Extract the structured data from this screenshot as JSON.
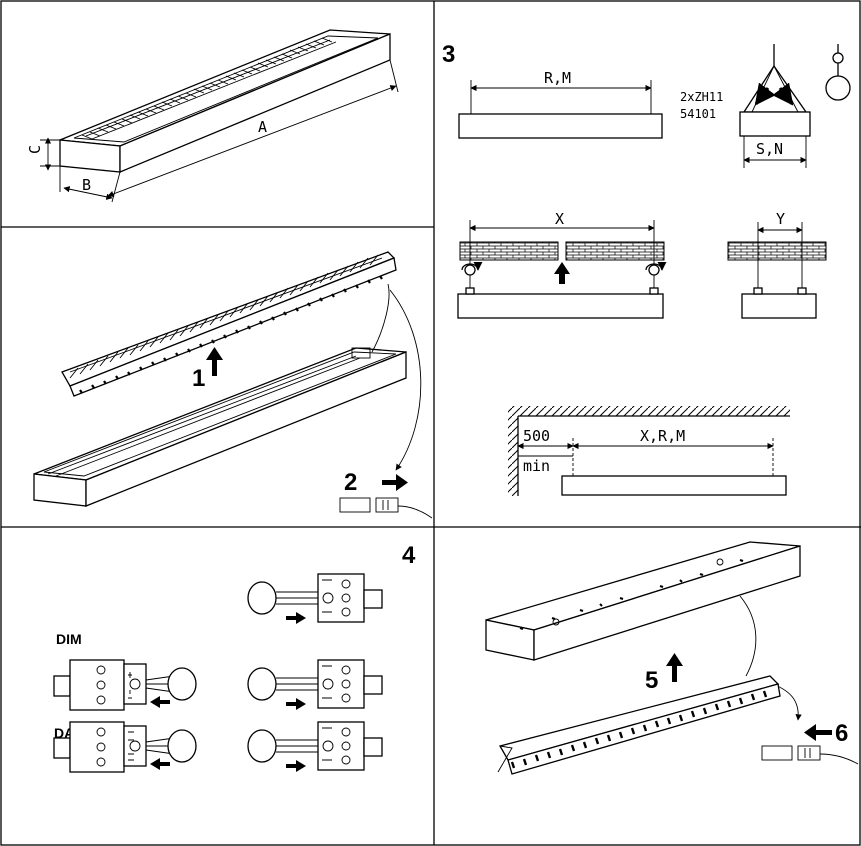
{
  "panel1": {
    "dims": {
      "a": "A",
      "b": "B",
      "c": "C"
    }
  },
  "panel2": {
    "step1": "1",
    "step2": "2"
  },
  "panel3": {
    "step": "3",
    "dim_rm": "R,M",
    "accessory_line1": "2xZH11",
    "accessory_line2": "54101",
    "dim_sn": "S,N",
    "dim_x": "X",
    "dim_y": "Y",
    "dim_500": "500",
    "dim_min": "min",
    "dim_xrm": "X,R,M"
  },
  "panel4": {
    "step": "4",
    "label_dim": "DIM",
    "label_dali": "DALI"
  },
  "panel5": {
    "step5": "5",
    "step6": "6"
  }
}
